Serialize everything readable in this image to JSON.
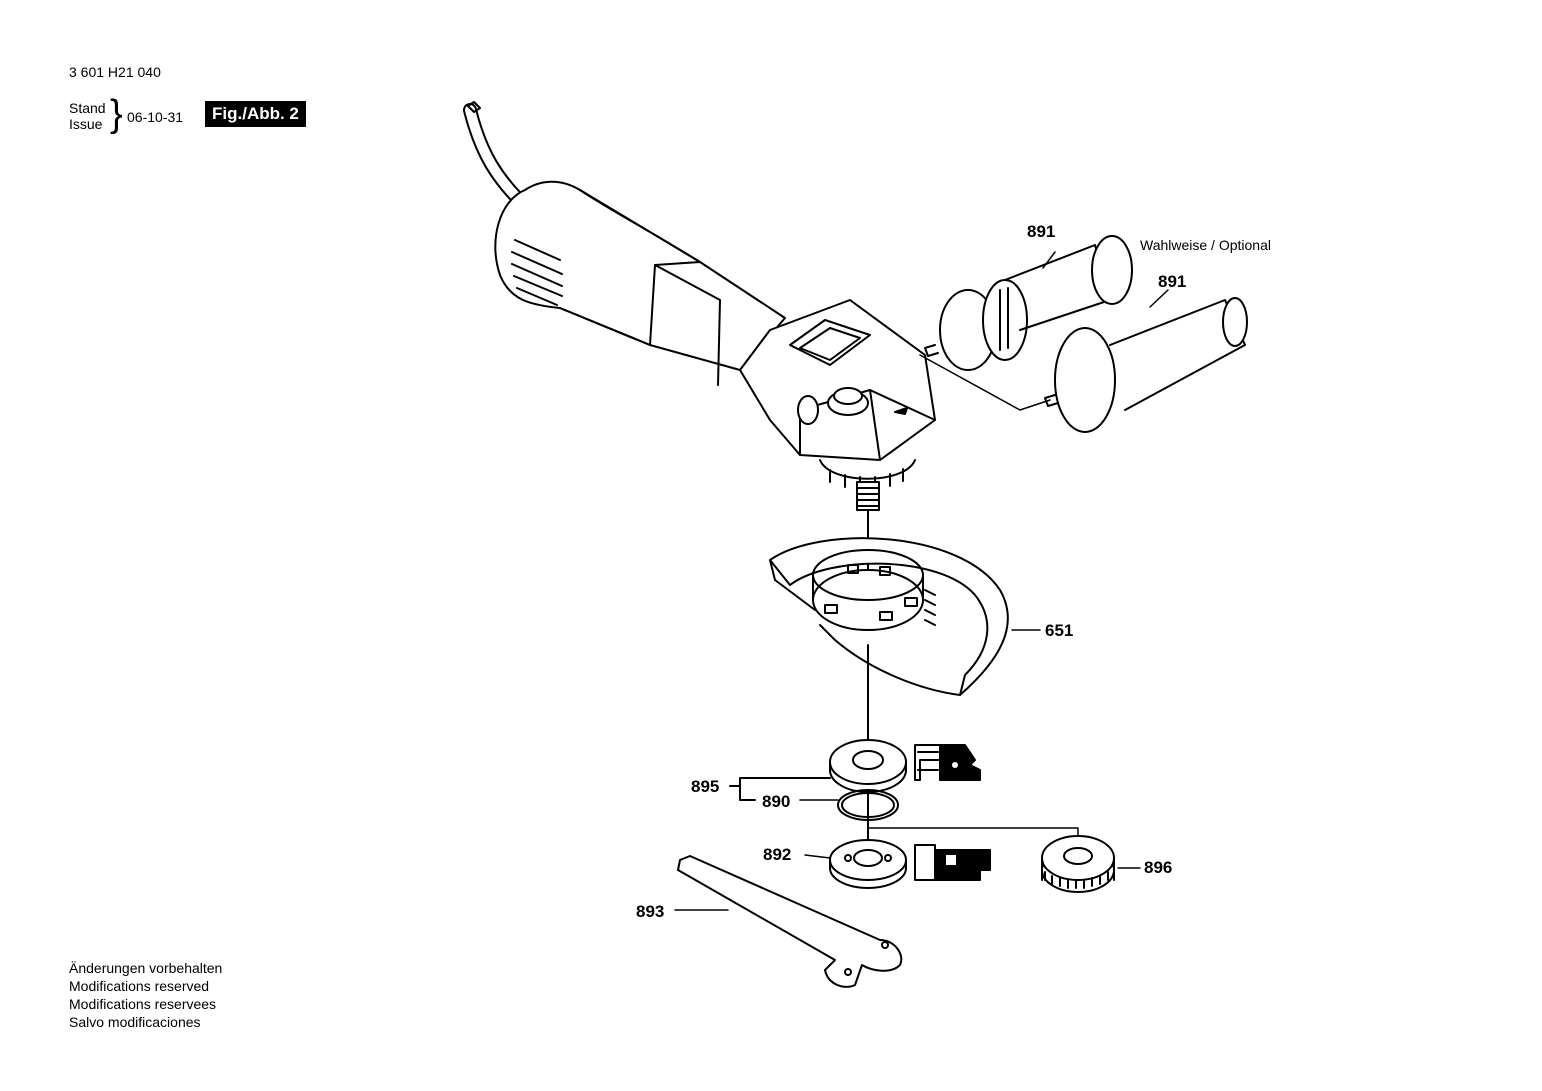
{
  "header": {
    "part_number": "3 601 H21 040",
    "stand_label": "Stand",
    "issue_label": "Issue",
    "brace": "}",
    "date": "06-10-31",
    "figure_label": "Fig./Abb. 2"
  },
  "callouts": {
    "handle_a": "891",
    "handle_b": "891",
    "optional_note": "Wahlweise / Optional",
    "guard": "651",
    "flange_set": "895",
    "o_ring": "890",
    "clamping_nut": "892",
    "quick_nut": "896",
    "spanner": "893"
  },
  "footer": {
    "lines": [
      "Änderungen vorbehalten",
      "Modifications reserved",
      "Modifications reservees",
      "Salvo modificaciones"
    ]
  }
}
